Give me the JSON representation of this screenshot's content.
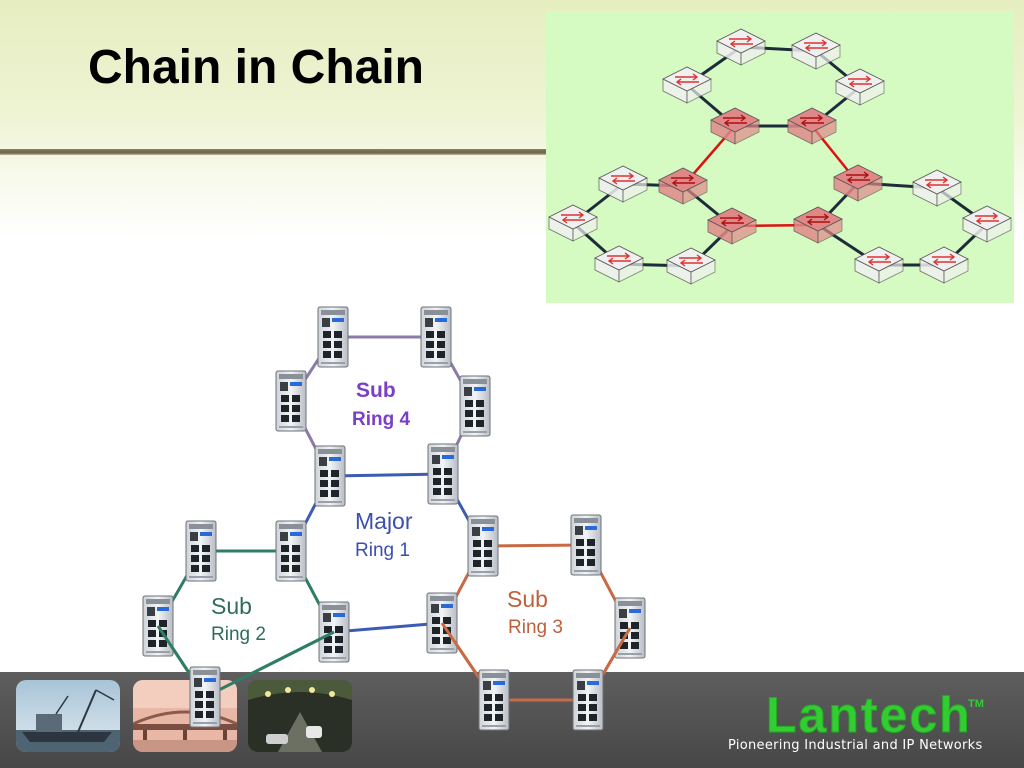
{
  "slide": {
    "title": "Chain in Chain"
  },
  "diagram": {
    "rings": [
      {
        "id": "sub4",
        "line1": "Sub",
        "line2": "Ring 4",
        "color": "#7a3fc8",
        "link_color": "#8a7ba8"
      },
      {
        "id": "major1",
        "line1": "Major",
        "line2": "Ring 1",
        "color": "#3a4fb0",
        "link_color": "#3b5bb5"
      },
      {
        "id": "sub2",
        "line1": "Sub",
        "line2": "Ring 2",
        "color": "#2e6e58",
        "link_color": "#2f7d64"
      },
      {
        "id": "sub3",
        "line1": "Sub",
        "line2": "Ring 3",
        "color": "#c0603a",
        "link_color": "#c86a45"
      }
    ]
  },
  "inset": {
    "background": "#d6fbc2",
    "ring_link_color": "#1d2b3a",
    "major_link_color": "#dd1111",
    "major_switch_color": "#e08888",
    "sub_switch_color": "#f0f0f0"
  },
  "footer": {
    "brand": "Lantech",
    "trademark": "TM",
    "tagline": "Pioneering Industrial and IP Networks",
    "brand_color": "#33cc33",
    "photos": [
      "ship-photo",
      "bridge-photo",
      "tunnel-photo"
    ]
  }
}
